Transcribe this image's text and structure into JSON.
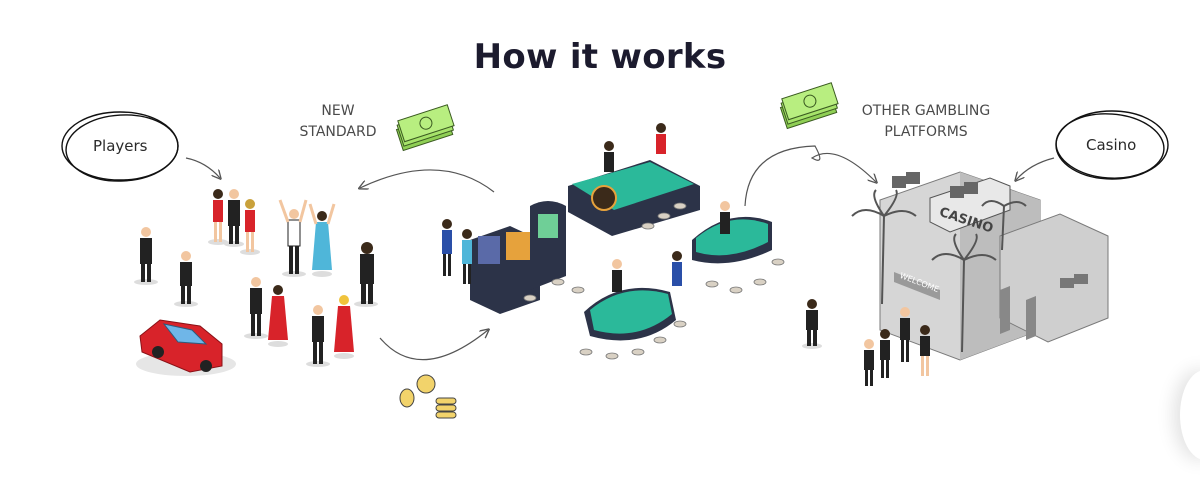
{
  "page": {
    "title": "How it works"
  },
  "labels": {
    "players": "Players",
    "casino": "Casino",
    "new_standard_line1": "NEW",
    "new_standard_line2": "STANDARD",
    "other_platforms_line1": "OTHER GAMBLING",
    "other_platforms_line2": "PLATFORMS"
  },
  "sign": {
    "casino": "CASINO",
    "welcome": "WELCOME"
  },
  "colors": {
    "title": "#1c1b2e",
    "table_felt": "#2bb99a",
    "money_green": "#a6e36a",
    "car_red": "#d8232a",
    "building_gray": "#9a9a9a"
  }
}
